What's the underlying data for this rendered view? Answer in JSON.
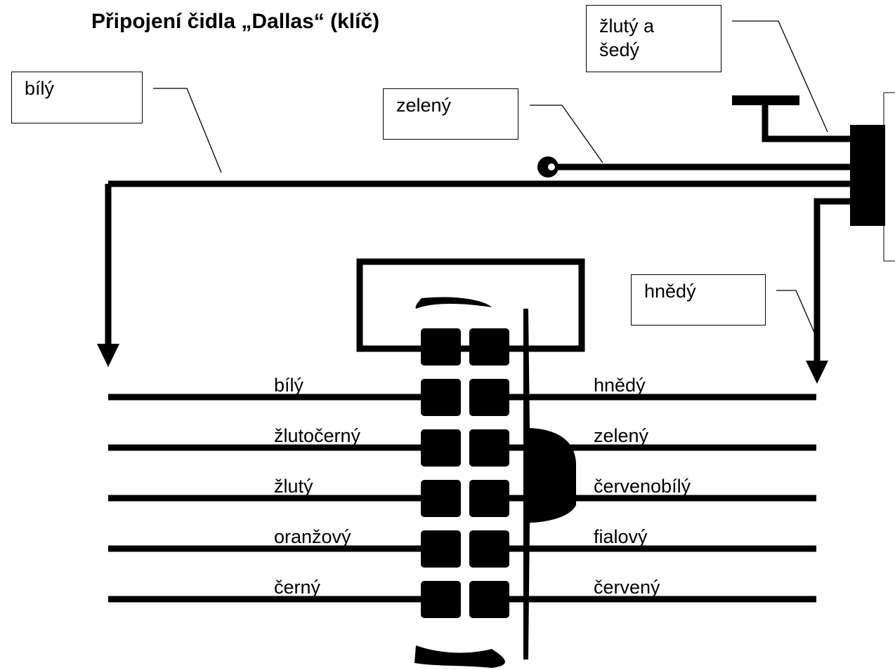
{
  "title": "Připojení čidla „Dallas“ (klíč)",
  "callouts": {
    "bily": "bílý",
    "zeleny": "zelený",
    "zluty_sedy": "žlutý a\nšedý",
    "hnedy": "hnědý"
  },
  "left_pins": [
    "bílý",
    "žlutočerný",
    "žlutý",
    "oranžový",
    "černý"
  ],
  "right_pins": [
    "hnědý",
    "zelený",
    "červenobílý",
    "fialový",
    "červený"
  ],
  "colors": {
    "ink": "#000000",
    "paper": "#ffffff"
  }
}
